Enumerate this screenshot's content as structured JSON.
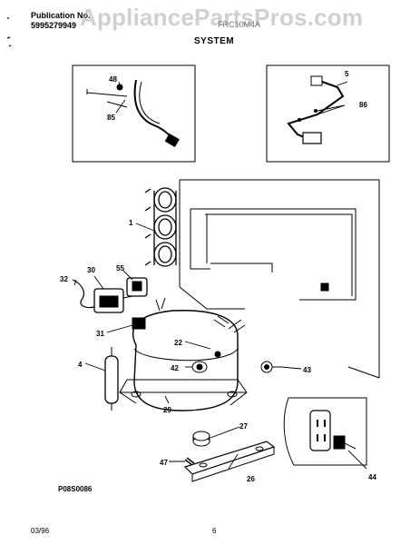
{
  "header": {
    "publication_label": "Publication No.",
    "publication_number": "5995279949",
    "model_number": "FRC10M4A",
    "section_title": "SYSTEM",
    "watermark": "AppliancePartsPros.com"
  },
  "callouts": {
    "c1": "1",
    "c4": "4",
    "c5": "5",
    "c22": "22",
    "c26": "26",
    "c27": "27",
    "c29": "29",
    "c30": "30",
    "c31": "31",
    "c32": "32",
    "c42": "42",
    "c43": "43",
    "c44": "44",
    "c47": "47",
    "c48": "48",
    "c55": "55",
    "c85": "85",
    "c86": "86"
  },
  "footer": {
    "diagram_code": "P08S0086",
    "date": "03/96",
    "page_number": "6"
  }
}
